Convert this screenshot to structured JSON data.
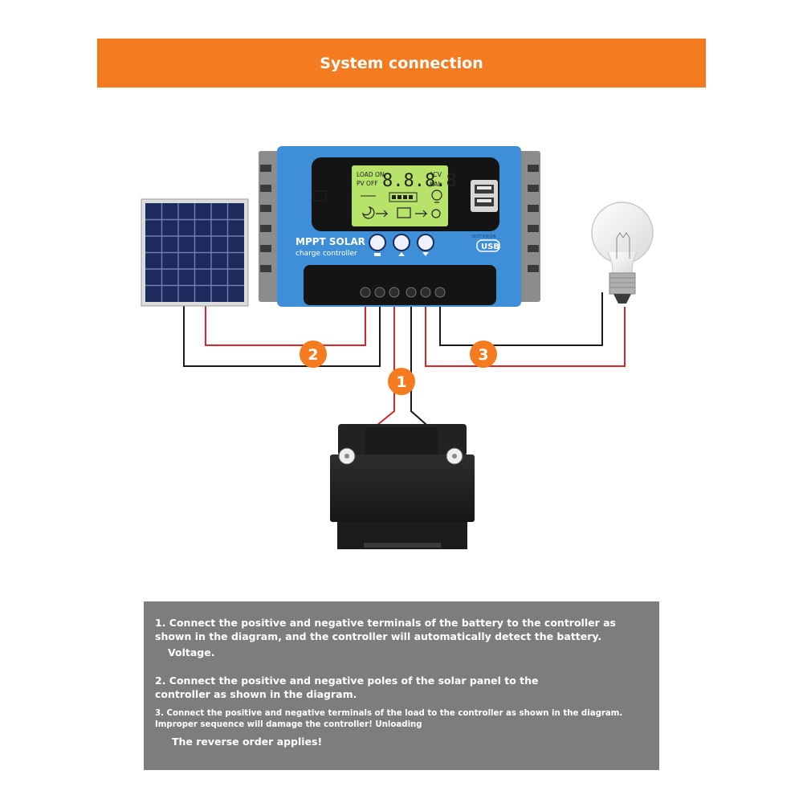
{
  "header": {
    "title": "System connection"
  },
  "controller": {
    "lcd_left_top": "LOAD ON",
    "lcd_left_bottom": "PV OFF",
    "lcd_digits": "8.8.8.8",
    "lcd_unit_top": "°CV",
    "lcd_unit_bottom": "KAh",
    "brand_title": "MPPT SOLAR",
    "brand_subtitle": "charge controller",
    "usb_spec": "OUT:5V/2A",
    "usb_label": "USB"
  },
  "steps": [
    {
      "number": "1"
    },
    {
      "number": "2"
    },
    {
      "number": "3"
    }
  ],
  "instructions": {
    "step1": "1. Connect the positive and negative terminals of the battery to the controller as shown in the diagram, and the controller will automatically detect the battery.",
    "step1_tail": "Voltage.",
    "step2": "2. Connect the positive and negative poles of the solar panel to the controller as shown in the diagram.",
    "step3": "3. Connect the positive and negative terminals of the load to the controller as shown in the diagram. Improper sequence will damage the controller! Unloading",
    "step3_tail": "The reverse order applies!"
  },
  "colors": {
    "banner": "#f47b20",
    "badge": "#f47b20",
    "controller_blue": "#3f8fd8",
    "wire_red": "#d9262b",
    "wire_black": "#1a1a1a",
    "lcd": "#b7e36a",
    "panel_bg": "#7d7d7d"
  }
}
